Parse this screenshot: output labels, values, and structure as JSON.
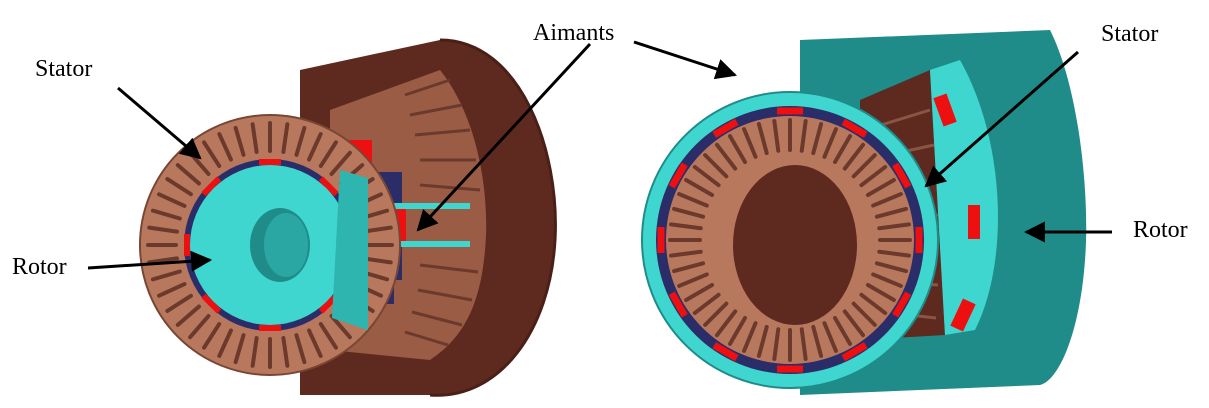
{
  "labels": {
    "aimants": "Aimants",
    "left_stator": "Stator",
    "left_rotor": "Rotor",
    "right_stator": "Stator",
    "right_rotor": "Rotor"
  },
  "colors": {
    "stator_copper": "#b8785e",
    "stator_dark": "#5e2a20",
    "slot_shadow": "#6b3a2c",
    "rotor_cyan": "#40d6d0",
    "rotor_teal": "#1f8c8a",
    "magnet_red": "#ee1010",
    "magnet_navy": "#2b2d68",
    "arrow": "#000000",
    "background": "#ffffff"
  }
}
